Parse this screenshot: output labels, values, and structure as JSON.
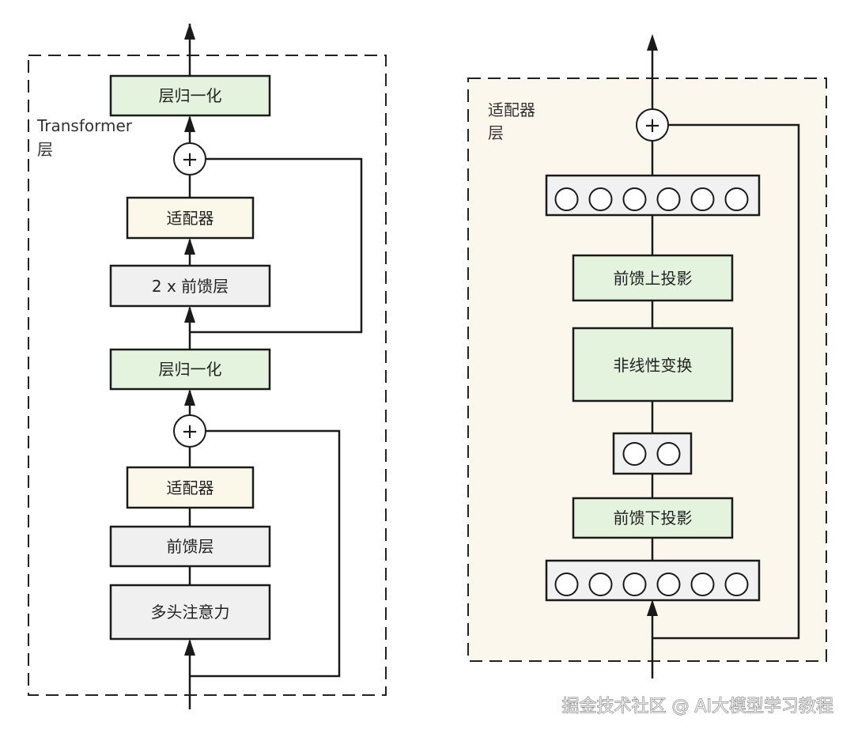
{
  "colors": {
    "layer_norm_fill": "#e4f3de",
    "adapter_fill": "#fbf7e9",
    "ffn_fill": "#f0f0f0",
    "adapter_panel_fill": "#fbf7ec",
    "vector_fill": "#f1f1f1",
    "stroke": "#1a1a1a"
  },
  "transformer_layer": {
    "title_line1": "Transformer",
    "title_line2": "层",
    "blocks": {
      "layer_norm_top": "层归一化",
      "adapter_top": "适配器",
      "ffn_2x": "2 x 前馈层",
      "layer_norm_mid": "层归一化",
      "adapter_bottom": "适配器",
      "ffn": "前馈层",
      "multi_head_attention": "多头注意力"
    },
    "add_symbol": "+"
  },
  "adapter_layer": {
    "title_line1": "适配器",
    "title_line2": "层",
    "blocks": {
      "up_projection": "前馈上投影",
      "nonlinearity": "非线性变换",
      "down_projection": "前馈下投影"
    },
    "top_vector_units": 6,
    "bottleneck_units": 2,
    "bottom_vector_units": 6,
    "add_symbol": "+"
  },
  "watermark": "掘金技术社区 @ AI大模型学习教程"
}
